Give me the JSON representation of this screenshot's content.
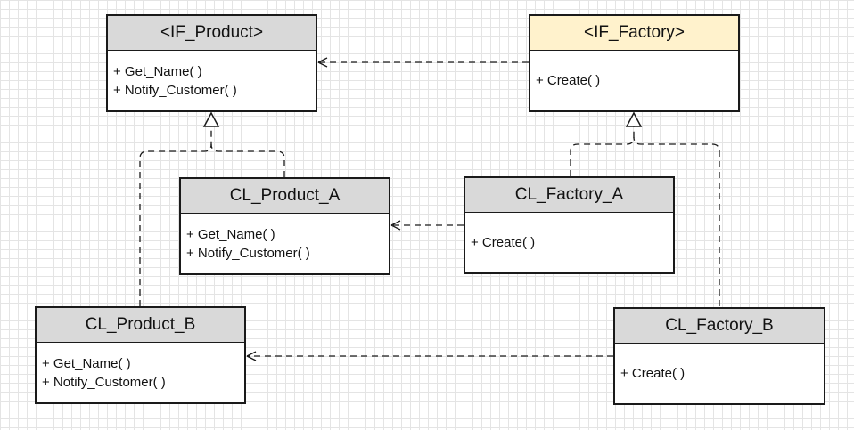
{
  "colors": {
    "header_gray": "#d9d9d9",
    "header_interface": "#fff2cc",
    "line": "#1a1a1a"
  },
  "classes": {
    "if_product": {
      "name": "<IF_Product>",
      "methods": [
        "+ Get_Name( )",
        "+ Notify_Customer( )"
      ]
    },
    "if_factory": {
      "name": "<IF_Factory>",
      "methods": [
        "+ Create( )"
      ]
    },
    "cl_product_a": {
      "name": "CL_Product_A",
      "methods": [
        "+ Get_Name( )",
        "+ Notify_Customer( )"
      ]
    },
    "cl_factory_a": {
      "name": "CL_Factory_A",
      "methods": [
        "+ Create( )"
      ]
    },
    "cl_product_b": {
      "name": "CL_Product_B",
      "methods": [
        "+ Get_Name( )",
        "+ Notify_Customer( )"
      ]
    },
    "cl_factory_b": {
      "name": "CL_Factory_B",
      "methods": [
        "+ Create( )"
      ]
    }
  },
  "relations": [
    {
      "type": "dependency",
      "from": "<IF_Factory>",
      "to": "<IF_Product>"
    },
    {
      "type": "dependency",
      "from": "CL_Factory_A",
      "to": "CL_Product_A"
    },
    {
      "type": "dependency",
      "from": "CL_Factory_B",
      "to": "CL_Product_B"
    },
    {
      "type": "realization",
      "from": "CL_Product_A",
      "to": "<IF_Product>"
    },
    {
      "type": "realization",
      "from": "CL_Product_B",
      "to": "<IF_Product>"
    },
    {
      "type": "realization",
      "from": "CL_Factory_A",
      "to": "<IF_Factory>"
    },
    {
      "type": "realization",
      "from": "CL_Factory_B",
      "to": "<IF_Factory>"
    }
  ]
}
